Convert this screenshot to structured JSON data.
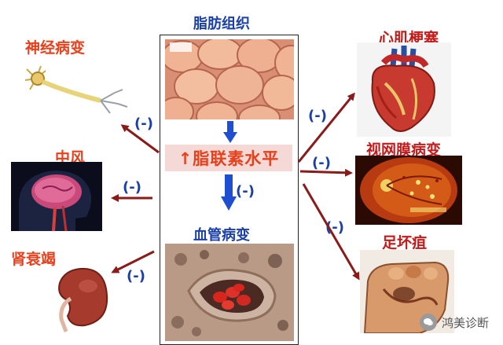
{
  "center": {
    "top_title": "脂肪组织",
    "leptin_label": "↑脂联素水平",
    "vascular_label": "血管病变",
    "mid_negative": "(-)"
  },
  "left": {
    "neuropathy": "神经病变",
    "stroke": "中风",
    "renal_failure": "肾衰竭"
  },
  "right": {
    "mi": "心肌梗塞",
    "retinopathy": "视网膜病变",
    "gangrene": "足坏疽"
  },
  "negatives": {
    "left_top": "(-)",
    "left_mid": "(-)",
    "left_bottom": "(-)",
    "right_top": "(-)",
    "right_mid": "(-)",
    "right_bottom": "(-)"
  },
  "watermark": {
    "text": "鸿美诊断"
  },
  "colors": {
    "arrow": "#8b1a1a",
    "blue_arrow": "#1f4fd0",
    "red_text": "#e8401c",
    "blue_text": "#1a3fa8"
  }
}
